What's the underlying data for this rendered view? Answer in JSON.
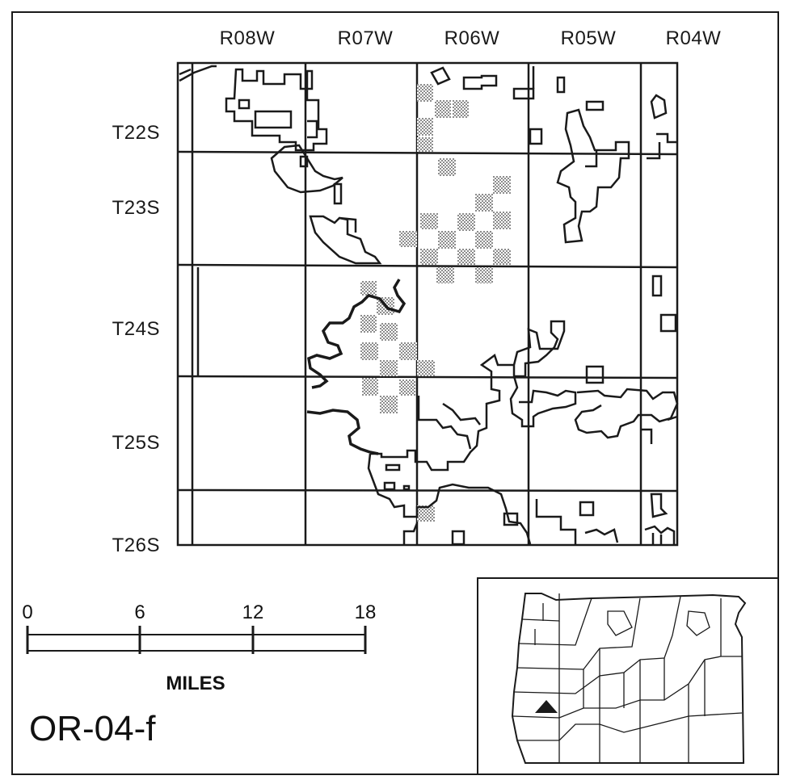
{
  "map": {
    "id": "OR-04-f",
    "range_labels": [
      "R08W",
      "R07W",
      "R06W",
      "R05W",
      "R04W"
    ],
    "township_labels": [
      "T22S",
      "T23S",
      "T24S",
      "T25S",
      "T26S"
    ]
  },
  "scale_bar": {
    "ticks": [
      "0",
      "6",
      "12",
      "18"
    ],
    "units": "MILES"
  },
  "locator_map": {
    "region": "Oregon",
    "marker": "triangle-marker"
  },
  "colors": {
    "ink": "#1a1a1a",
    "hatch": "#8c8c8c",
    "background": "#ffffff"
  }
}
